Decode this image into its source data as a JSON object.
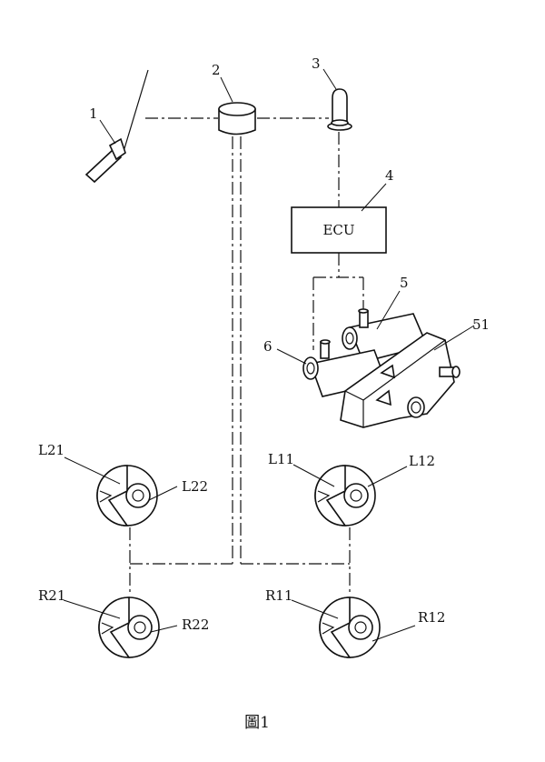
{
  "labels": {
    "pedal": "1",
    "master_cylinder": "2",
    "sensor": "3",
    "ecu_ref": "4",
    "valve_unit": "5",
    "pump": "6",
    "modulator_body": "51",
    "l21": "L21",
    "l22": "L22",
    "l11": "L11",
    "l12": "L12",
    "r21": "R21",
    "r22": "R22",
    "r11": "R11",
    "r12": "R12"
  },
  "ecu_text": "ECU",
  "caption": "圖1"
}
